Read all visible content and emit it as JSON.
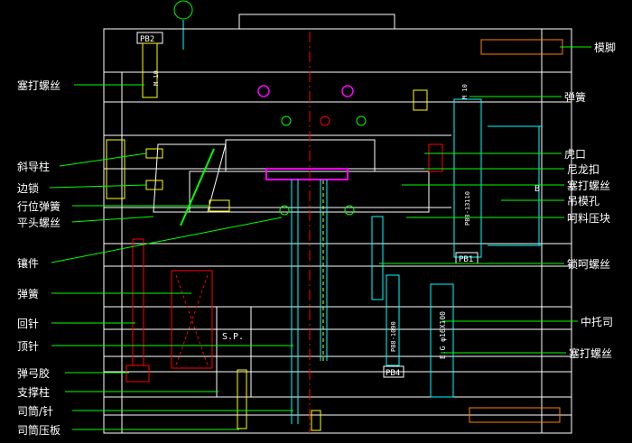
{
  "drawing": {
    "background": "#000000",
    "labels_left": [
      {
        "id": "lbl-left-set-screw-top",
        "text": "塞打螺丝"
      },
      {
        "id": "lbl-left-angle-pin",
        "text": "斜导柱"
      },
      {
        "id": "lbl-left-side-lock",
        "text": "边锁"
      },
      {
        "id": "lbl-left-slide-spring",
        "text": "行位弹簧"
      },
      {
        "id": "lbl-left-flat-head-screw",
        "text": "平头螺丝"
      },
      {
        "id": "lbl-left-insert",
        "text": "镶件"
      },
      {
        "id": "lbl-left-spring",
        "text": "弹簧"
      },
      {
        "id": "lbl-left-return-pin",
        "text": "回针"
      },
      {
        "id": "lbl-left-ejector-pin",
        "text": "顶针"
      },
      {
        "id": "lbl-left-rubber",
        "text": "弹弓胶"
      },
      {
        "id": "lbl-left-support-pillar",
        "text": "支撑柱"
      },
      {
        "id": "lbl-left-sleeve-pin",
        "text": "司筒/针"
      },
      {
        "id": "lbl-left-sleeve-plate",
        "text": "司筒压板"
      }
    ],
    "labels_right": [
      {
        "id": "lbl-right-mold-foot",
        "text": "模脚"
      },
      {
        "id": "lbl-right-spring",
        "text": "弹簧"
      },
      {
        "id": "lbl-right-tiger-mouth",
        "text": "虎口"
      },
      {
        "id": "lbl-right-nylon-buckle",
        "text": "尼龙扣"
      },
      {
        "id": "lbl-right-set-screw",
        "text": "塞打螺丝"
      },
      {
        "id": "lbl-right-lifting-hole",
        "text": "吊模孔"
      },
      {
        "id": "lbl-right-clamp-block",
        "text": "呵料压块"
      },
      {
        "id": "lbl-right-lock-screw",
        "text": "锁呵螺丝"
      },
      {
        "id": "lbl-right-guide-bush",
        "text": "中托司"
      },
      {
        "id": "lbl-right-set-screw-bottom",
        "text": "塞打螺丝"
      }
    ],
    "part_tags": {
      "pb2": "PB2",
      "pb1": "PB1",
      "pb4": "PB4",
      "m10_left": "M 10",
      "m10_right": "M 10",
      "pb8_13110": "PB8-13110",
      "pb8_1090": "PB8-1090",
      "eg": "E.G φ16X100",
      "sp": "S.P.",
      "b_dim": "B"
    },
    "colors": {
      "white": "#ffffff",
      "cyan": "#00ffff",
      "green": "#00ff00",
      "red": "#ff0000",
      "yellow": "#ffff00",
      "magenta": "#ff00ff",
      "orange": "#ff8000"
    }
  }
}
